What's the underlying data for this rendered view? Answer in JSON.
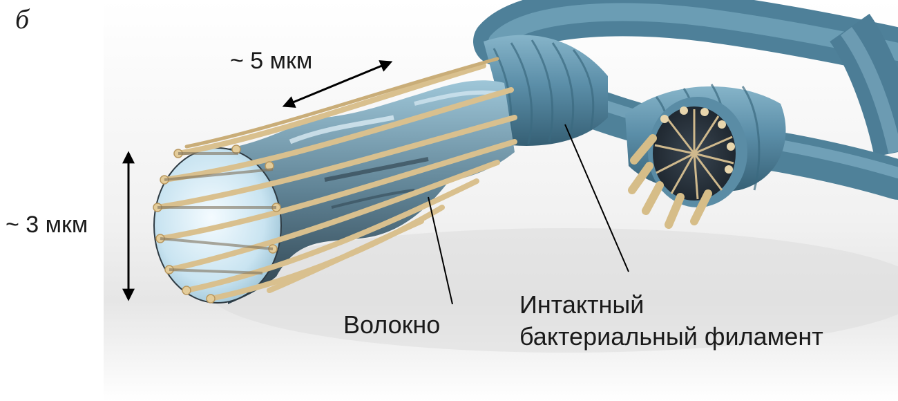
{
  "panel_letter": "б",
  "labels": {
    "length": "~ 5 мкм",
    "diameter": "~ 3 мкм",
    "fiber": "Волокно",
    "filament_line1": "Интактный",
    "filament_line2": "бактериальный филамент"
  },
  "colors": {
    "filament_blue": "#5b8ea8",
    "filament_dark": "#3f6f88",
    "fiber_tan": "#d9c08e",
    "glass": "#bcdcec"
  }
}
